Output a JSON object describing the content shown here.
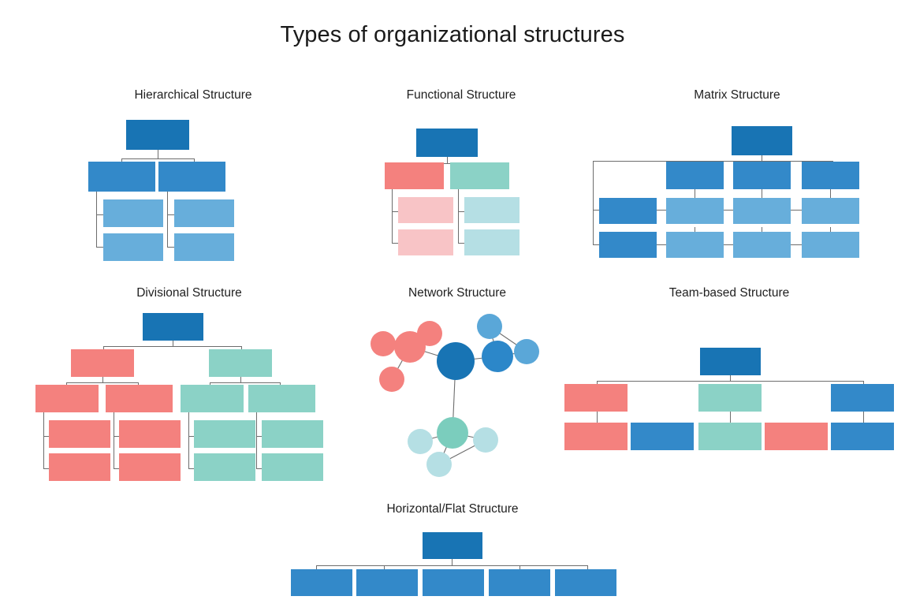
{
  "page": {
    "title": "Types of organizational structures",
    "background": "#ffffff"
  },
  "palette": {
    "dark_blue": "#1874b4",
    "mid_blue": "#3389c9",
    "light_blue": "#67aedb",
    "salmon": "#f4817e",
    "light_pink": "#f8c4c6",
    "teal": "#8bd2c6",
    "light_teal": "#b5dfe4",
    "line": "#6d6d6d",
    "text": "#1a1a1a"
  },
  "sections": [
    {
      "id": "hierarchical",
      "title": "Hierarchical Structure",
      "type": "tree",
      "description": "One dark-blue root, two mid-blue managers, each with two light-blue reports"
    },
    {
      "id": "functional",
      "title": "Functional Structure",
      "type": "tree",
      "description": "Dark-blue root over a salmon branch and a teal branch, each with two pale children"
    },
    {
      "id": "matrix",
      "title": "Matrix Structure",
      "type": "grid",
      "description": "Dark-blue root over three mid-blue function heads and a 2x4 grid of light-blue cells with two mid-blue row leads"
    },
    {
      "id": "divisional",
      "title": "Divisional Structure",
      "type": "tree",
      "description": "Dark-blue root over a salmon division and a teal division, each with two sub-units and two reports"
    },
    {
      "id": "network",
      "title": "Network Structure",
      "type": "network",
      "description": "Dark-blue hub connected to a salmon cluster, a mid-blue cluster and a teal cluster"
    },
    {
      "id": "team-based",
      "title": "Team-based Structure",
      "type": "tree",
      "description": "Dark-blue root over salmon, teal and blue team leads with a row of five mixed team boxes"
    },
    {
      "id": "horizontal-flat",
      "title": "Horizontal/Flat Structure",
      "type": "tree",
      "description": "Dark-blue root over a single row of five mid-blue boxes"
    }
  ],
  "chart_data": {
    "type": "diagram",
    "title": "Types of organizational structures",
    "diagrams": [
      {
        "name": "Hierarchical Structure",
        "nodes": [
          {
            "level": 0,
            "color": "dark_blue",
            "count": 1
          },
          {
            "level": 1,
            "color": "mid_blue",
            "count": 2
          },
          {
            "level": 2,
            "color": "light_blue",
            "count": 4
          }
        ]
      },
      {
        "name": "Functional Structure",
        "nodes": [
          {
            "level": 0,
            "color": "dark_blue",
            "count": 1
          },
          {
            "level": 1,
            "color": "salmon",
            "count": 1
          },
          {
            "level": 1,
            "color": "teal",
            "count": 1
          },
          {
            "level": 2,
            "color": "light_pink",
            "count": 2
          },
          {
            "level": 2,
            "color": "light_teal",
            "count": 2
          }
        ]
      },
      {
        "name": "Matrix Structure",
        "nodes": [
          {
            "level": 0,
            "color": "dark_blue",
            "count": 1
          },
          {
            "level": 1,
            "color": "mid_blue",
            "count": 3
          },
          {
            "level": 2,
            "color": "mid_blue",
            "count": 2
          },
          {
            "level": 2,
            "color": "light_blue",
            "count": 6
          }
        ]
      },
      {
        "name": "Divisional Structure",
        "nodes": [
          {
            "level": 0,
            "color": "dark_blue",
            "count": 1
          },
          {
            "level": 1,
            "color": "salmon",
            "count": 1
          },
          {
            "level": 1,
            "color": "teal",
            "count": 1
          },
          {
            "level": 2,
            "color": "salmon",
            "count": 2
          },
          {
            "level": 2,
            "color": "teal",
            "count": 2
          },
          {
            "level": 3,
            "color": "salmon",
            "count": 4
          },
          {
            "level": 3,
            "color": "teal",
            "count": 4
          }
        ]
      },
      {
        "name": "Network Structure",
        "nodes": [
          {
            "role": "hub",
            "color": "dark_blue",
            "count": 1
          },
          {
            "role": "cluster-head",
            "color": "salmon",
            "count": 1
          },
          {
            "role": "cluster-head",
            "color": "mid_blue",
            "count": 1
          },
          {
            "role": "cluster-head",
            "color": "teal",
            "count": 1
          },
          {
            "role": "leaf",
            "color": "salmon",
            "count": 3
          },
          {
            "role": "leaf",
            "color": "light_blue",
            "count": 2
          },
          {
            "role": "leaf",
            "color": "light_teal",
            "count": 3
          }
        ]
      },
      {
        "name": "Team-based Structure",
        "nodes": [
          {
            "level": 0,
            "color": "dark_blue",
            "count": 1
          },
          {
            "level": 1,
            "color": "salmon",
            "count": 1
          },
          {
            "level": 1,
            "color": "teal",
            "count": 1
          },
          {
            "level": 1,
            "color": "mid_blue",
            "count": 1
          },
          {
            "level": 2,
            "colors": [
              "salmon",
              "mid_blue",
              "teal",
              "salmon",
              "mid_blue"
            ],
            "count": 5
          }
        ]
      },
      {
        "name": "Horizontal/Flat Structure",
        "nodes": [
          {
            "level": 0,
            "color": "dark_blue",
            "count": 1
          },
          {
            "level": 1,
            "color": "mid_blue",
            "count": 5
          }
        ]
      }
    ]
  }
}
